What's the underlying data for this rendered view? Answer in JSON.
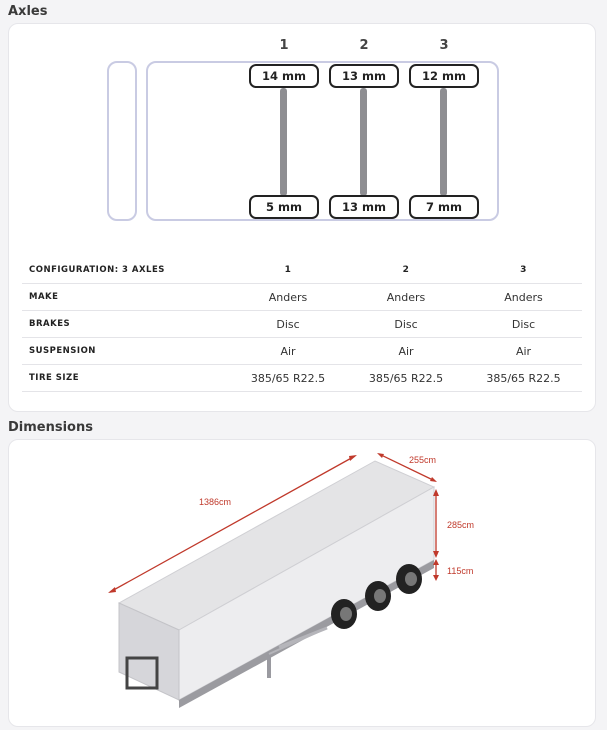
{
  "axles_section": {
    "title": "Axles",
    "axles": [
      {
        "number": "1",
        "top_tread": "14 mm",
        "bottom_tread": "5 mm"
      },
      {
        "number": "2",
        "top_tread": "13 mm",
        "bottom_tread": "13 mm"
      },
      {
        "number": "3",
        "top_tread": "12 mm",
        "bottom_tread": "7 mm"
      }
    ],
    "table": {
      "header": {
        "label": "CONFIGURATION: 3 AXLES",
        "cols": [
          "1",
          "2",
          "3"
        ]
      },
      "rows": [
        {
          "label": "MAKE",
          "values": [
            "Anders",
            "Anders",
            "Anders"
          ]
        },
        {
          "label": "BRAKES",
          "values": [
            "Disc",
            "Disc",
            "Disc"
          ]
        },
        {
          "label": "SUSPENSION",
          "values": [
            "Air",
            "Air",
            "Air"
          ]
        },
        {
          "label": "TIRE SIZE",
          "values": [
            "385/65 R22.5",
            "385/65 R22.5",
            "385/65 R22.5"
          ]
        }
      ]
    }
  },
  "dimensions_section": {
    "title": "Dimensions",
    "length": "1386cm",
    "width": "255cm",
    "height": "285cm",
    "ground_clearance": "115cm"
  },
  "colors": {
    "dimension_line": "#c0392b",
    "outline": "#c9cbe3",
    "axle": "#8e8e92"
  }
}
